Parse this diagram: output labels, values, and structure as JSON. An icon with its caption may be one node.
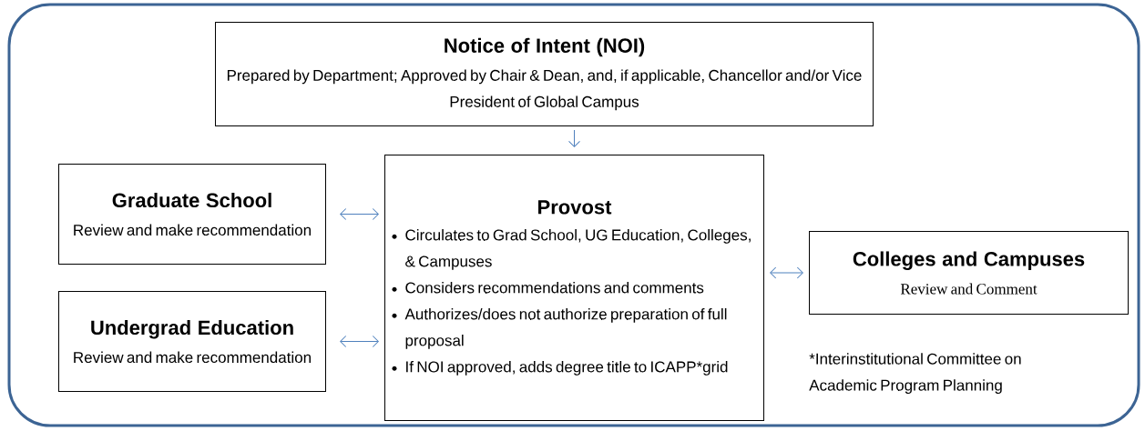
{
  "diagram": {
    "nodes": [
      {
        "text": [
          "Notice of Intent (NOI)",
          "Prepared by Department; Approved by Chair & Dean, and, if applicable, Chancellor and/or Vice President of Global Campus"
        ]
      },
      {
        "text": [
          "Graduate School",
          "Review and make recommendation"
        ]
      },
      {
        "text": [
          "Provost",
          "Circulates to Grad School, UG Education, Colleges, & Campuses",
          "Considers recommendations and comments",
          "Authorizes/does not authorize preparation of full proposal",
          "If NOI approved, adds degree title to ICAPP*grid"
        ]
      },
      {
        "text": [
          "Colleges and Campuses",
          "Review and Comment"
        ]
      },
      {
        "text": [
          "Undergrad Education",
          "Review and make recommendation"
        ]
      }
    ],
    "edges": [
      {
        "from": 0,
        "to": 2,
        "arrow": "to"
      },
      {
        "from": 1,
        "to": 2,
        "arrow": "both"
      },
      {
        "from": 2,
        "to": 3,
        "arrow": "both"
      },
      {
        "from": 4,
        "to": 2,
        "arrow": "both"
      }
    ],
    "labels": [
      "*Interinstitutional Committee on Academic Program Planning"
    ]
  }
}
